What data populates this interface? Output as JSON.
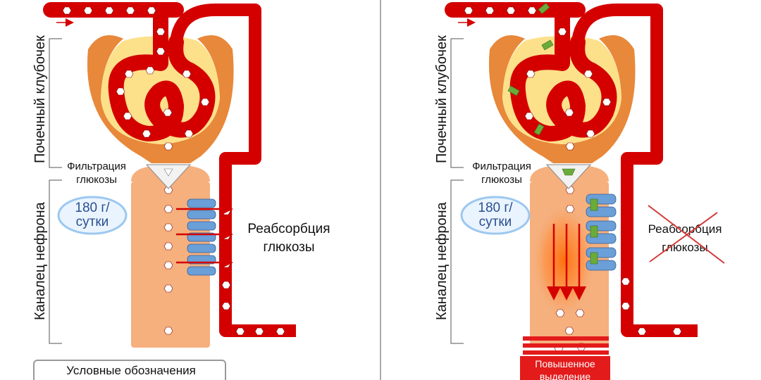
{
  "left": {
    "label_glomerulus": "Почечный клубочек",
    "label_tubule": "Каналец нефрона",
    "filtration_line1": "Фильтрация",
    "filtration_line2": "глюкозы",
    "rate_line1": "180 г/",
    "rate_line2": "сутки",
    "reabsorption_line1": "Реабсорбция",
    "reabsorption_line2": "глюкозы",
    "legend_title": "Условные обозначения"
  },
  "right": {
    "label_glomerulus": "Почечный клубочек",
    "label_tubule": "Каналец нефрона",
    "filtration_line1": "Фильтрация",
    "filtration_line2": "глюкозы",
    "rate_line1": "180 г/",
    "rate_line2": "сутки",
    "reabsorption_line1": "Реабсорбция",
    "reabsorption_line2": "глюкозы",
    "excretion_line1": "Повышенное",
    "excretion_line2": "выделение"
  },
  "colors": {
    "vessel": "#d40000",
    "capsule": "#e8883a",
    "capsule_inner": "#fde08a",
    "tubule": "#f5b07e",
    "transporter": "#6a9fd8",
    "inhibitor": "#6aab3a",
    "excretion_band": "#e31b1b"
  }
}
